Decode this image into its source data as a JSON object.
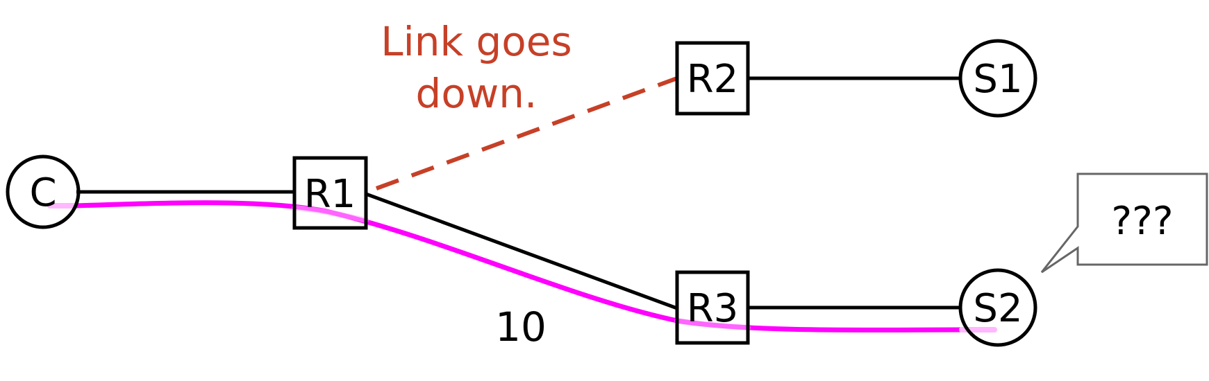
{
  "nodes": {
    "client": "C",
    "router1": "R1",
    "router2": "R2",
    "router3": "R3",
    "server1": "S1",
    "server2": "S2"
  },
  "annotation": {
    "line1": "Link goes",
    "line2": "down."
  },
  "edge_label": "10",
  "callout": "???",
  "colors": {
    "stroke": "#000000",
    "failed_link": "#c64027",
    "annotation_text": "#c64027",
    "path_highlight": "#ff00ff",
    "path_highlight_faded": "#ffb8ff",
    "callout_border": "#666666"
  }
}
